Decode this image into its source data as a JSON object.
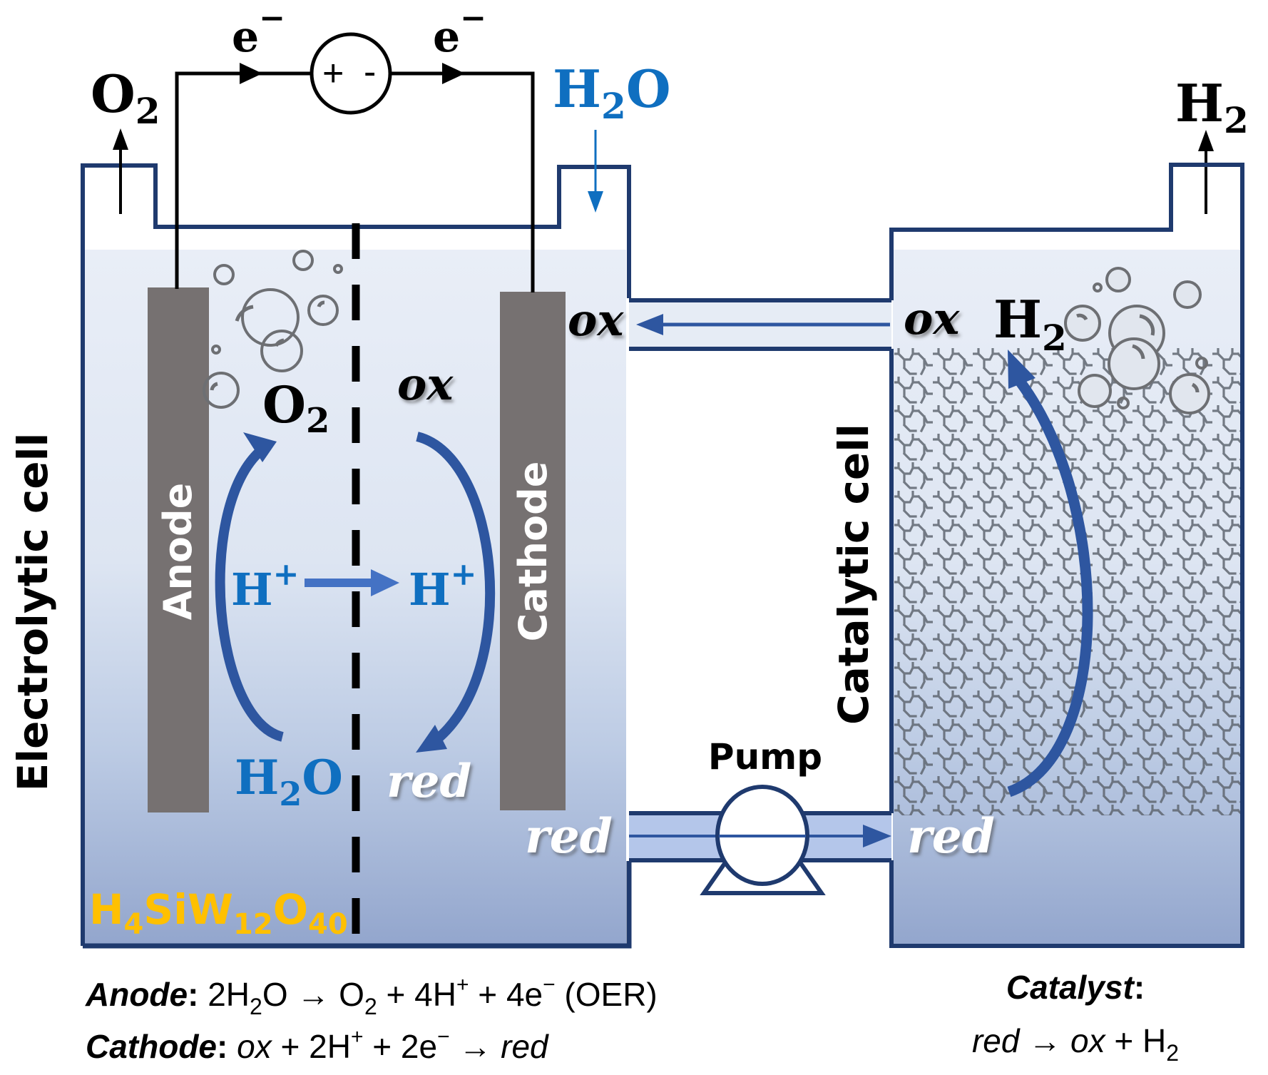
{
  "colors": {
    "vessel_outline": "#1f3a6e",
    "arrow_blue": "#2e56a0",
    "label_blue": "#0f6fc0",
    "electrolyte_label": "#ffc000",
    "electrode_gray": "#767171",
    "bubble_gray": "#6d6f73"
  },
  "circuit": {
    "electron_left": "e",
    "electron_right": "e",
    "electron_charge": "−",
    "source_plus": "+",
    "source_minus": "-"
  },
  "gas_labels": {
    "o2_out": {
      "base": "O",
      "sub": "2"
    },
    "h2o_in": {
      "base": "H",
      "sub": "2",
      "tail": "O"
    },
    "h2_out": {
      "base": "H",
      "sub": "2"
    }
  },
  "electrolytic_cell": {
    "title": "Electrolytic cell",
    "anode_label": "Anode",
    "cathode_label": "Cathode",
    "o2_product": {
      "base": "O",
      "sub": "2"
    },
    "ox_species": "ox",
    "h_plus_left": {
      "base": "H",
      "sup": "+"
    },
    "h_plus_right": {
      "base": "H",
      "sup": "+"
    },
    "h2o_reactant": {
      "base": "H",
      "sub": "2",
      "tail": "O"
    },
    "red_species": "red",
    "electrolyte": {
      "parts": [
        {
          "t": "H",
          "sub": false
        },
        {
          "t": "4",
          "sub": true
        },
        {
          "t": "SiW",
          "sub": false
        },
        {
          "t": "12",
          "sub": true
        },
        {
          "t": "O",
          "sub": false
        },
        {
          "t": "40",
          "sub": true
        }
      ]
    }
  },
  "transfer": {
    "ox_left": "ox",
    "ox_right": "ox",
    "red_left": "red",
    "red_right": "red",
    "pump_label": "Pump"
  },
  "catalytic_cell": {
    "title": "Catalytic cell",
    "h2_product": {
      "base": "H",
      "sub": "2"
    }
  },
  "equations": {
    "anode": {
      "label": "Anode",
      "colon": ":",
      "text": [
        {
          "t": " 2H",
          "style": "normal"
        },
        {
          "t": "2",
          "style": "sub"
        },
        {
          "t": "O → O",
          "style": "normal"
        },
        {
          "t": "2",
          "style": "sub"
        },
        {
          "t": " + 4H",
          "style": "normal"
        },
        {
          "t": "+",
          "style": "sup"
        },
        {
          "t": " + 4e",
          "style": "normal"
        },
        {
          "t": "−",
          "style": "sup"
        },
        {
          "t": " (OER)",
          "style": "normal"
        }
      ]
    },
    "cathode": {
      "label": "Cathode",
      "colon": ":",
      "text": [
        {
          "t": " ox",
          "style": "italic"
        },
        {
          "t": " + 2H",
          "style": "normal"
        },
        {
          "t": "+",
          "style": "sup"
        },
        {
          "t": " + 2e",
          "style": "normal"
        },
        {
          "t": "−",
          "style": "sup"
        },
        {
          "t": " → ",
          "style": "normal"
        },
        {
          "t": "red",
          "style": "italic"
        }
      ]
    },
    "catalyst": {
      "label": "Catalyst",
      "colon": ":",
      "text": [
        {
          "t": "red",
          "style": "italic"
        },
        {
          "t": " → ",
          "style": "normal"
        },
        {
          "t": "ox",
          "style": "italic"
        },
        {
          "t": " + H",
          "style": "normal"
        },
        {
          "t": "2",
          "style": "sub"
        }
      ]
    }
  }
}
